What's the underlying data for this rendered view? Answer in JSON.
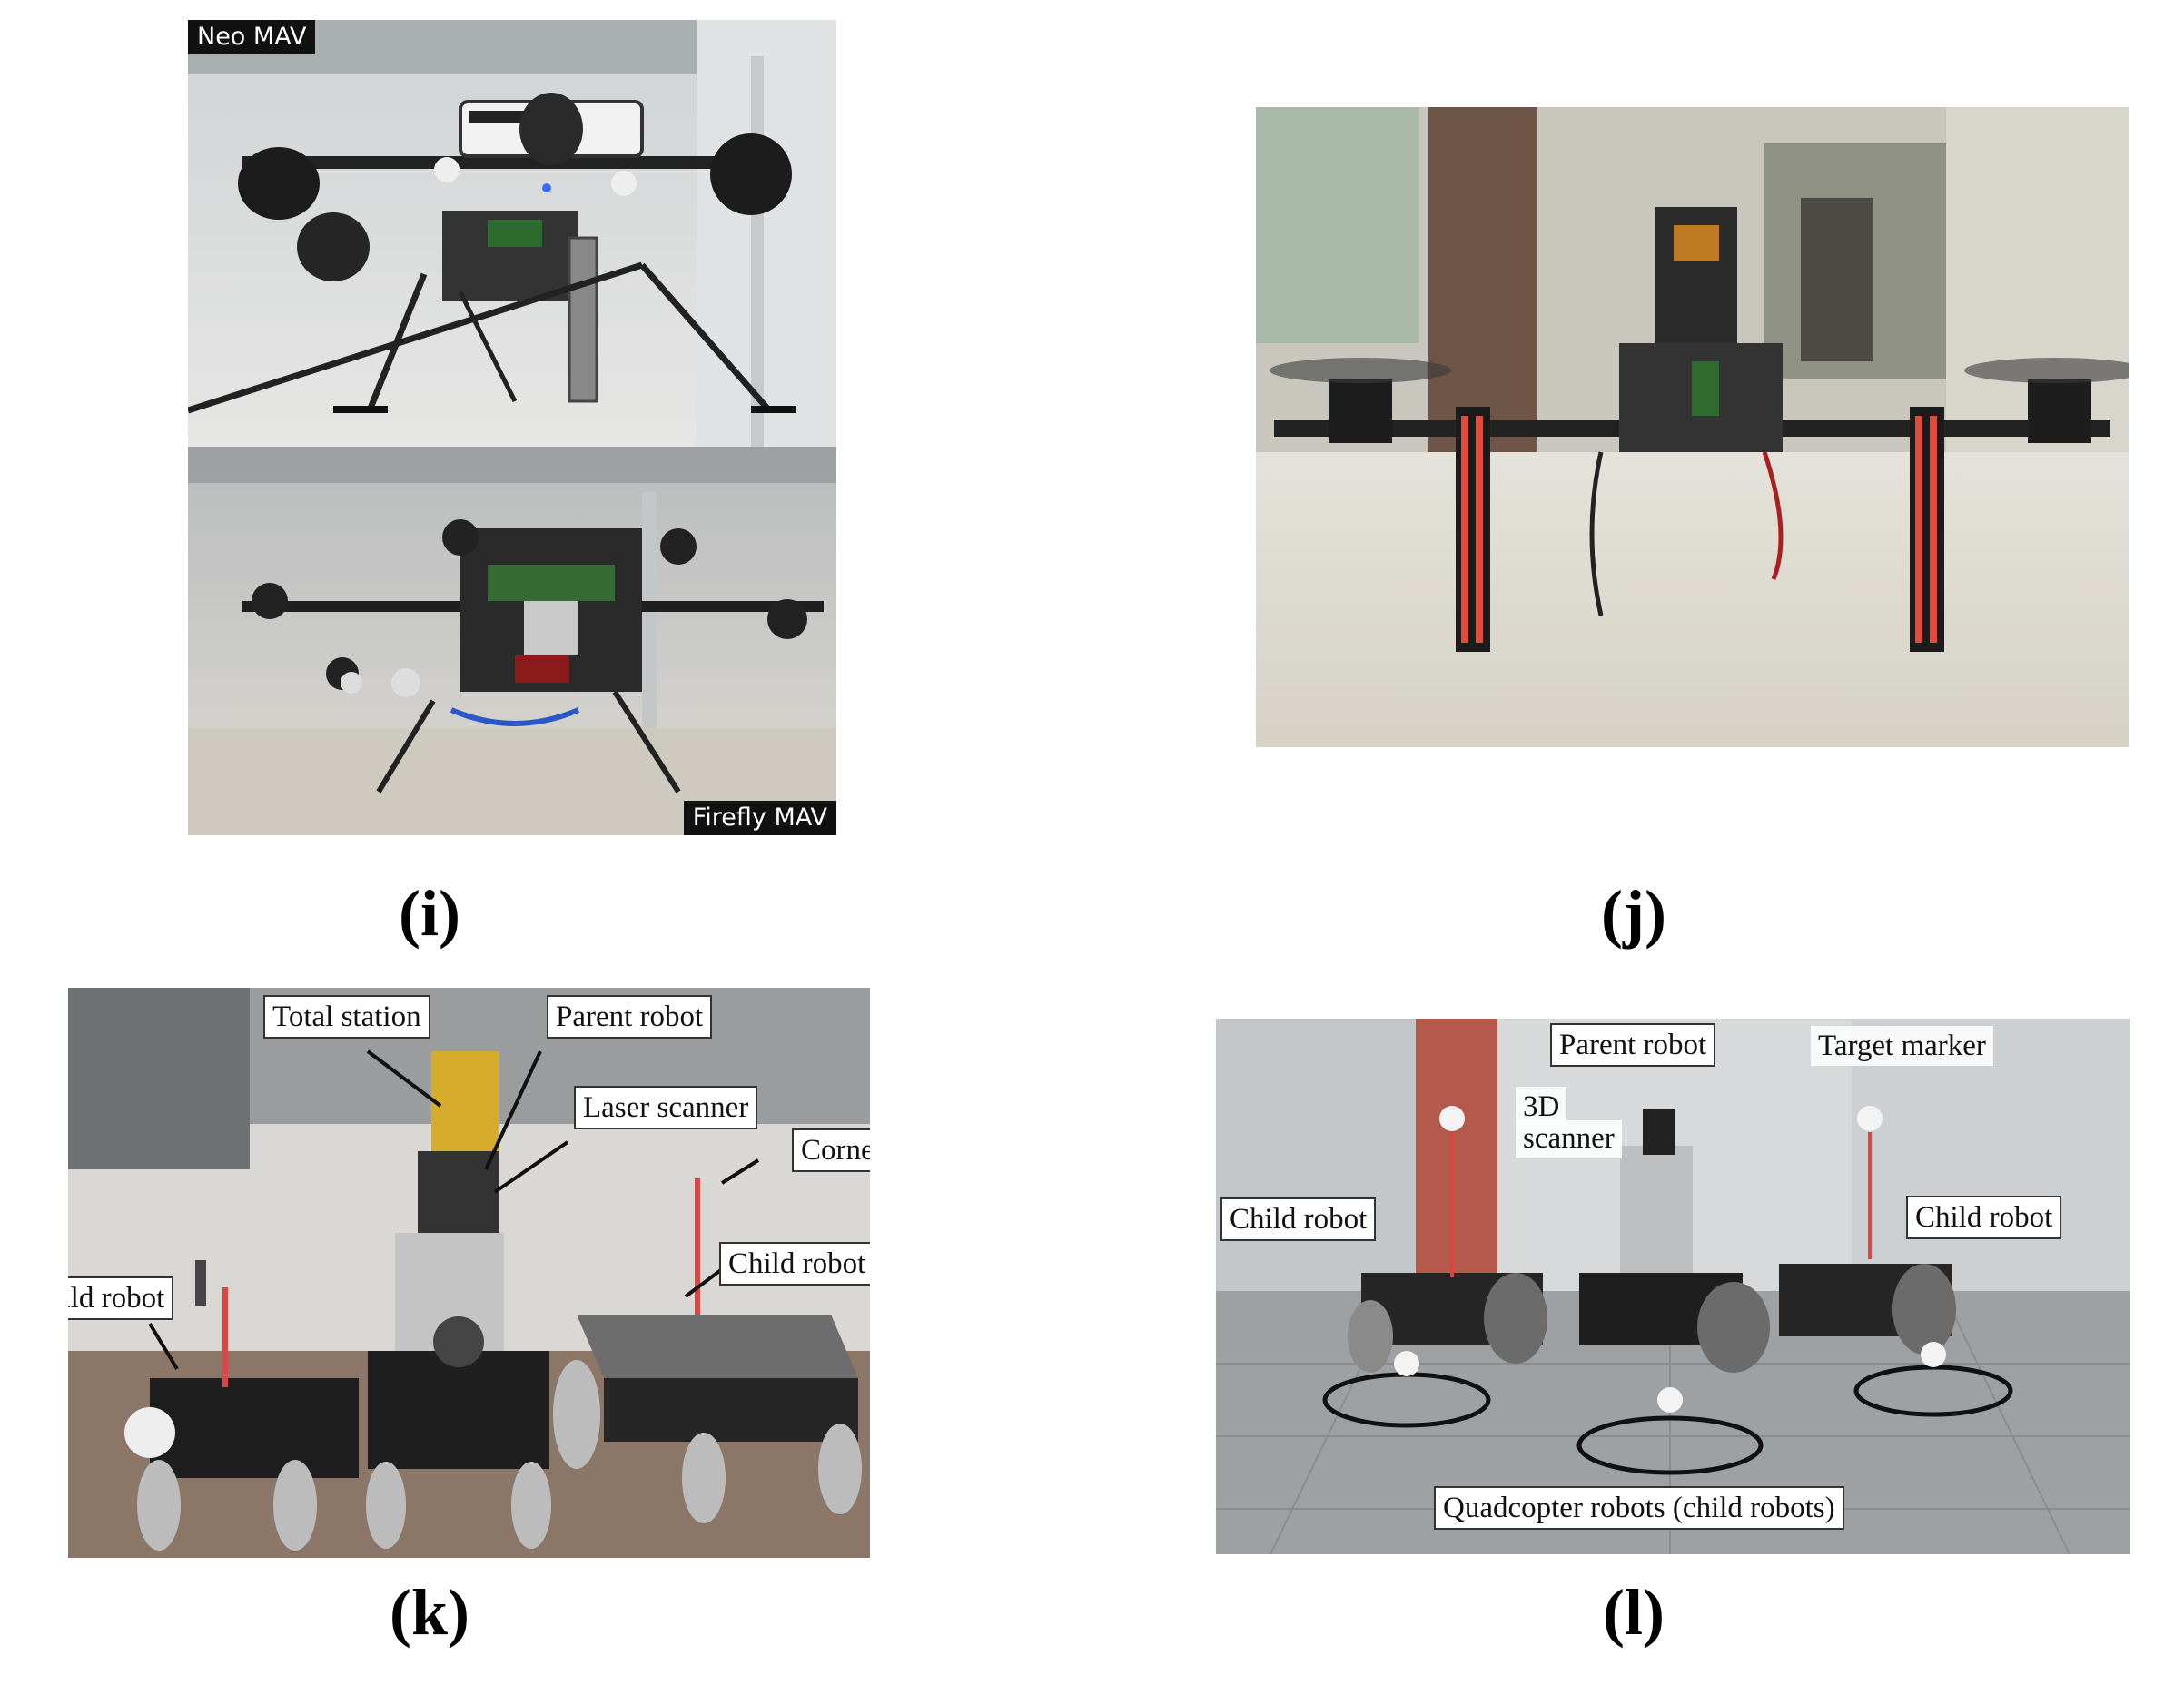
{
  "panels": {
    "i": {
      "caption": "(i)",
      "top_label": "Neo MAV",
      "bottom_label": "Firefly MAV"
    },
    "j": {
      "caption": "(j)"
    },
    "k": {
      "caption": "(k)",
      "labels": {
        "total_station": "Total station",
        "parent_robot": "Parent robot",
        "laser_scanner": "Laser scanner",
        "corner_cube": "Corner cube",
        "child_robot_left": "Child robot",
        "child_robot_right": "Child robot"
      }
    },
    "l": {
      "caption": "(l)",
      "labels": {
        "parent_robot": "Parent robot",
        "target_marker": "Target marker",
        "scanner_3d_line1": "3D",
        "scanner_3d_line2": "scanner",
        "child_robot_left": "Child robot",
        "child_robot_right": "Child robot",
        "quadcopters": "Quadcopter robots (child robots)"
      }
    }
  }
}
